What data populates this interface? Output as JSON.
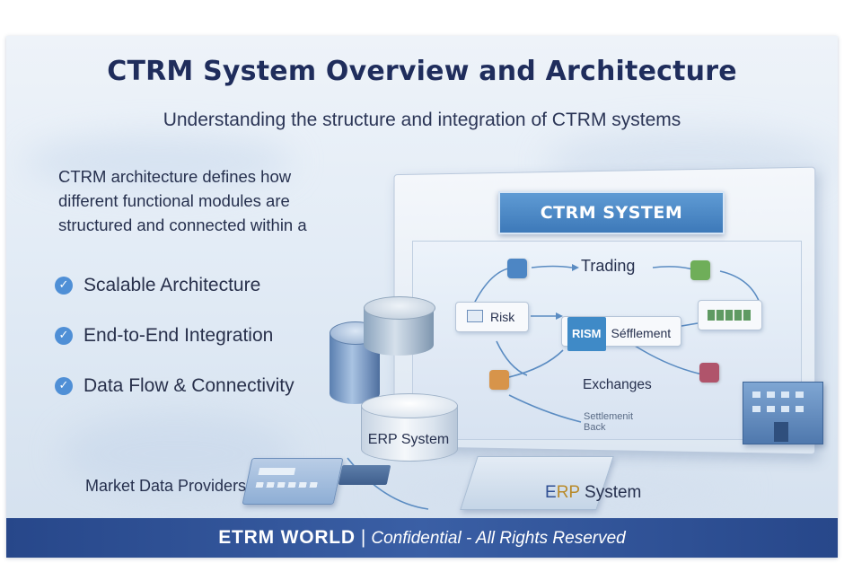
{
  "header": {
    "title": "CTRM System Overview and Architecture",
    "subtitle": "Understanding the structure and integration of CTRM systems"
  },
  "intro": {
    "text": "CTRM architecture defines how different functional modules are structured and connected within a"
  },
  "bullets": [
    {
      "label": "Scalable Architecture",
      "icon": "check-circle-icon"
    },
    {
      "label": "End-to-End Integration",
      "icon": "check-circle-icon"
    },
    {
      "label": "Data Flow & Connectivity",
      "icon": "check-circle-icon"
    }
  ],
  "diagram": {
    "system_label": "CTRM SYSTEM",
    "trading": "Trading",
    "risk": "Risk",
    "rism_badge": "RISM",
    "settlement": "Séfflement",
    "exchanges": "Exchanges",
    "erp_cylinder": "ERP System",
    "settlement_back_line1": "Settlemenit",
    "settlement_back_line2": "Back",
    "erp_bottom_e": "E",
    "erp_bottom_rp": "RP",
    "erp_bottom_rest": " System",
    "market_data": "Market Data Providers"
  },
  "footer": {
    "brand": "ETRM WORLD",
    "separator": "|",
    "text": "Confidential - All Rights Reserved"
  },
  "colors": {
    "title": "#1f2d5c",
    "accent": "#3d79b9",
    "footer": "#2f4f93",
    "check": "#4f8fd6"
  }
}
